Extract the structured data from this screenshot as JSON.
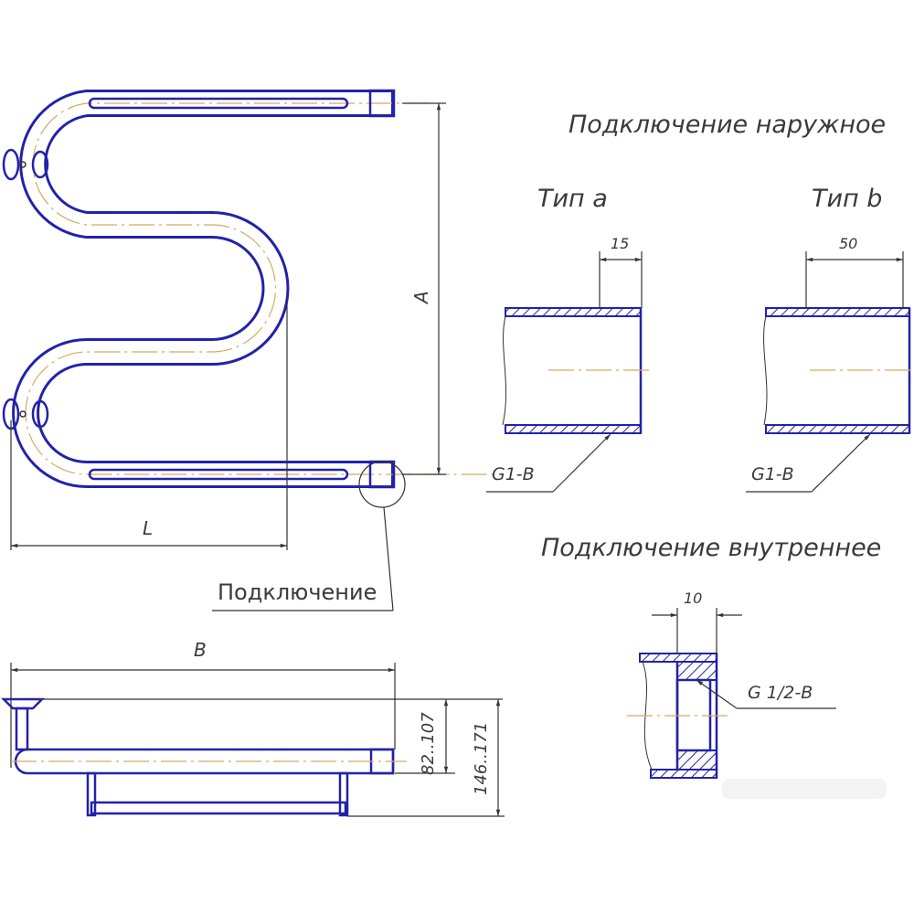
{
  "colors": {
    "outline": "#2222aa",
    "axis": "#d9a860",
    "text": "#3a3a3a"
  },
  "front_view": {
    "dim_height_label": "A",
    "dim_length_label": "L",
    "connection_callout": "Подключение"
  },
  "side_view": {
    "dim_width_label": "B",
    "dim_offset_label": "82..107",
    "dim_total_depth_label": "146..171"
  },
  "external_connection": {
    "title": "Подключение наружное",
    "type_a": {
      "title": "Тип a",
      "thread_length": "15",
      "thread_label": "G1-B"
    },
    "type_b": {
      "title": "Тип b",
      "thread_length": "50",
      "thread_label": "G1-B"
    }
  },
  "internal_connection": {
    "title": "Подключение внутреннее",
    "thread_length": "10",
    "thread_label": "G 1/2-B"
  }
}
